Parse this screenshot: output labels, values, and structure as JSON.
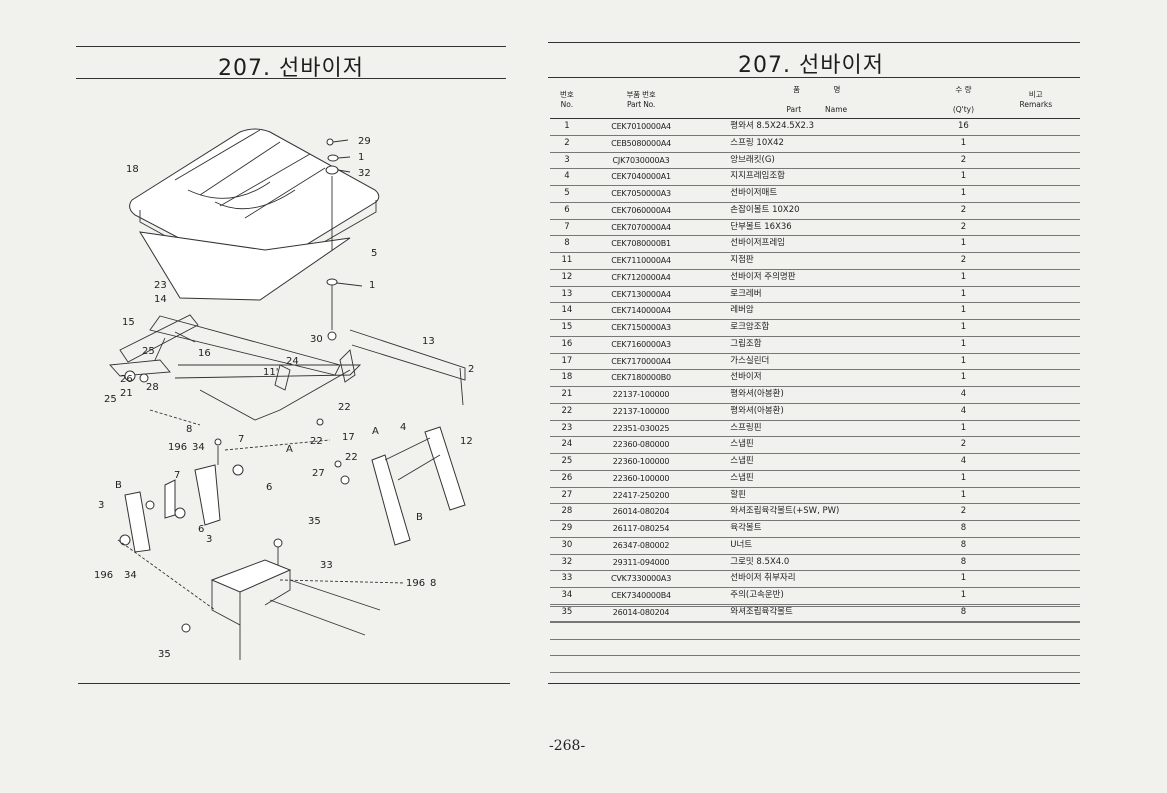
{
  "left_title": "207. 선바이저",
  "right_title": "207. 선바이저",
  "headers": {
    "no_ko": "번호",
    "no_en": "No.",
    "part_ko": "부품 번호",
    "part_en": "Part  No.",
    "name_ko_1": "품",
    "name_ko_2": "명",
    "name_en_1": "Part",
    "name_en_2": "Name",
    "qty_ko": "수 량",
    "qty_en": "(Q'ty)",
    "remarks_ko": "비고",
    "remarks_en": "Remarks"
  },
  "rows": [
    {
      "no": "1",
      "part": "CEK7010000A4",
      "name": "평와셔 8.5X24.5X2.3",
      "qty": "16"
    },
    {
      "no": "2",
      "part": "CEB5080000A4",
      "name": "스프링 10X42",
      "qty": "1"
    },
    {
      "no": "3",
      "part": "CJK7030000A3",
      "name": "앙브래킷(G)",
      "qty": "2"
    },
    {
      "no": "4",
      "part": "CEK7040000A1",
      "name": "지지프레임조합",
      "qty": "1"
    },
    {
      "no": "5",
      "part": "CEK7050000A3",
      "name": "선바이저매트",
      "qty": "1"
    },
    {
      "no": "6",
      "part": "CEK7060000A4",
      "name": "손잡이볼트 10X20",
      "qty": "2"
    },
    {
      "no": "7",
      "part": "CEK7070000A4",
      "name": "단부볼트 16X36",
      "qty": "2"
    },
    {
      "no": "8",
      "part": "CEK7080000B1",
      "name": "선바이저프레임",
      "qty": "1"
    },
    {
      "no": "11",
      "part": "CEK7110000A4",
      "name": "지점판",
      "qty": "2"
    },
    {
      "no": "12",
      "part": "CFK7120000A4",
      "name": "선바이저 주의명판",
      "qty": "1"
    },
    {
      "no": "13",
      "part": "CEK7130000A4",
      "name": "로크레버",
      "qty": "1"
    },
    {
      "no": "14",
      "part": "CEK7140000A4",
      "name": "레버암",
      "qty": "1"
    },
    {
      "no": "15",
      "part": "CEK7150000A3",
      "name": "로크암조합",
      "qty": "1"
    },
    {
      "no": "16",
      "part": "CEK7160000A3",
      "name": "그립조합",
      "qty": "1"
    },
    {
      "no": "17",
      "part": "CEK7170000A4",
      "name": "가스실린더",
      "qty": "1"
    },
    {
      "no": "18",
      "part": "CEK7180000B0",
      "name": "선바이저",
      "qty": "1"
    },
    {
      "no": "21",
      "part": "22137-100000",
      "name": "평와셔(아봉환)",
      "qty": "4"
    },
    {
      "no": "22",
      "part": "22137-100000",
      "name": "평와셔(아봉환)",
      "qty": "4"
    },
    {
      "no": "23",
      "part": "22351-030025",
      "name": "스프링핀",
      "qty": "1"
    },
    {
      "no": "24",
      "part": "22360-080000",
      "name": "스냅핀",
      "qty": "2"
    },
    {
      "no": "25",
      "part": "22360-100000",
      "name": "스냅핀",
      "qty": "4"
    },
    {
      "no": "26",
      "part": "22360-100000",
      "name": "스냅핀",
      "qty": "1"
    },
    {
      "no": "27",
      "part": "22417-250200",
      "name": "할핀",
      "qty": "1"
    },
    {
      "no": "28",
      "part": "26014-080204",
      "name": "와셔조립육각볼트(+SW, PW)",
      "qty": "2"
    },
    {
      "no": "29",
      "part": "26117-080254",
      "name": "육각볼트",
      "qty": "8"
    },
    {
      "no": "30",
      "part": "26347-080002",
      "name": "U너트",
      "qty": "8"
    },
    {
      "no": "32",
      "part": "29311-094000",
      "name": "그로밋 8.5X4.0",
      "qty": "8"
    },
    {
      "no": "33",
      "part": "CVK7330000A3",
      "name": "선바이저 취부자리",
      "qty": "1"
    },
    {
      "no": "34",
      "part": "CEK7340000B4",
      "name": "주의(고속운반)",
      "qty": "1"
    },
    {
      "no": "35",
      "part": "26014-080204",
      "name": "와셔조립육각볼트",
      "qty": "8"
    }
  ],
  "callouts": [
    "29",
    "1",
    "32",
    "18",
    "5",
    "1",
    "23",
    "14",
    "15",
    "25",
    "16",
    "30",
    "13",
    "24",
    "11'",
    "2",
    "26",
    "28",
    "25",
    "21",
    "8",
    "22",
    "196",
    "34",
    "7",
    "A",
    "17",
    "22",
    "A",
    "4",
    "12",
    "27",
    "22",
    "B",
    "7",
    "6",
    "3",
    "6",
    "3",
    "35",
    "B",
    "33",
    "196",
    "34",
    "196",
    "8",
    "35"
  ],
  "page_number": "-268-"
}
